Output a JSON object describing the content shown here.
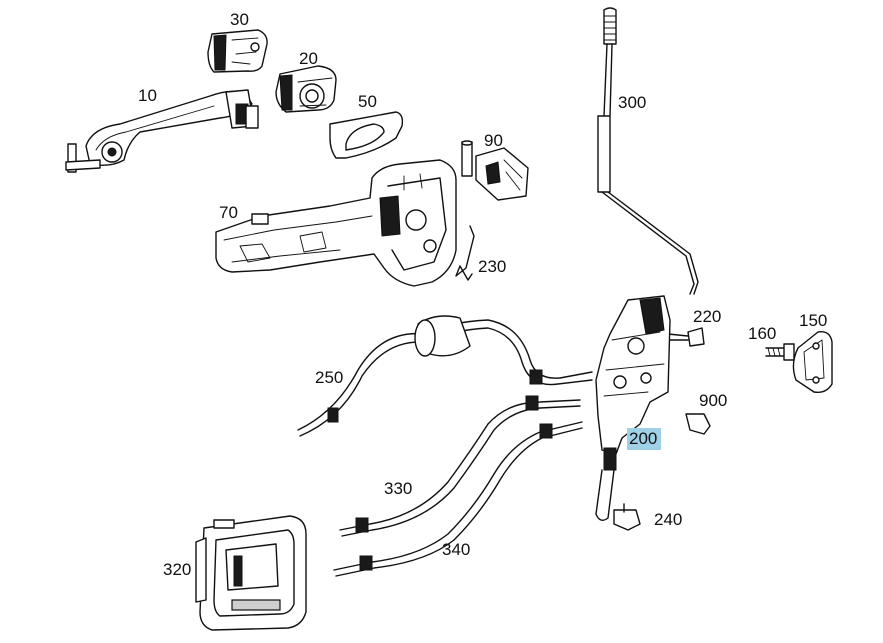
{
  "parts": {
    "p10": "10",
    "p20": "20",
    "p30": "30",
    "p50": "50",
    "p70": "70",
    "p90": "90",
    "p150": "150",
    "p160": "160",
    "p200": "200",
    "p220": "220",
    "p230": "230",
    "p240": "240",
    "p250": "250",
    "p300": "300",
    "p320": "320",
    "p330": "330",
    "p340": "340",
    "p900": "900"
  },
  "highlight_color": "#9fd0e6"
}
